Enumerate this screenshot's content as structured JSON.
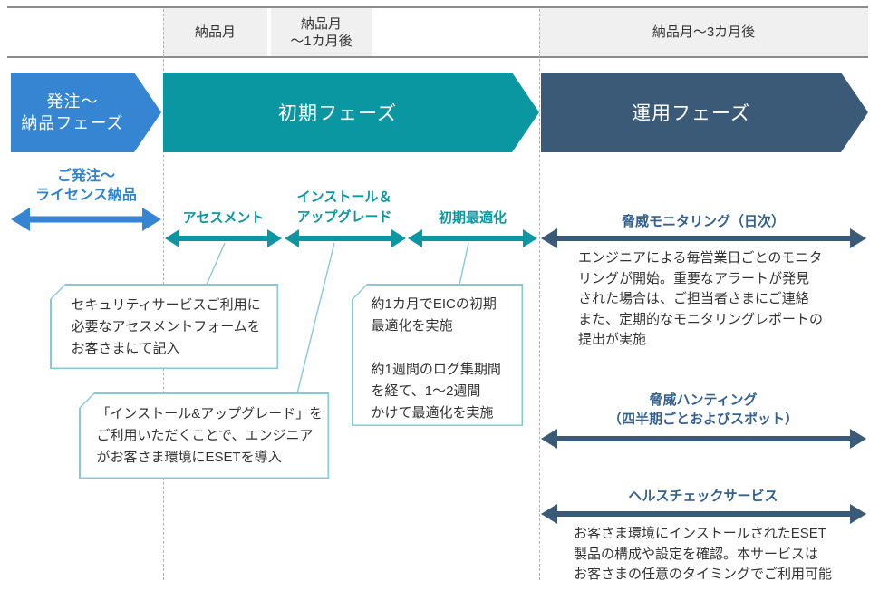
{
  "header": {
    "columns": [
      {
        "label": "納品月"
      },
      {
        "label": "納品月\n〜1カ月後"
      },
      {
        "label": "納品月〜3カ月後"
      }
    ]
  },
  "phases": [
    {
      "label": "発注〜\n納品フェーズ",
      "color": "#3585d2"
    },
    {
      "label": "初期フェーズ",
      "color": "#0a97a2"
    },
    {
      "label": "運用フェーズ",
      "color": "#3a5a78"
    }
  ],
  "order_phase": {
    "range_label": "ご発注〜\nライセンス納品"
  },
  "initial_phase": {
    "activities": [
      {
        "label": "アセスメント",
        "note": "セキュリティサービスご利用に\n必要なアセスメントフォームを\nお客さまにて記入"
      },
      {
        "label": "インストール＆\nアップグレード",
        "note": "「インストール&アップグレード」を\nご利用いただくことで、エンジニア\nがお客さま環境にESETを導入"
      },
      {
        "label": "初期最適化",
        "note": "約1カ月でEICの初期\n最適化を実施\n\n約1週間のログ集期間\nを経て、1〜2週間\nかけて最適化を実施"
      }
    ]
  },
  "operation_phase": {
    "services": [
      {
        "label": "脅威モニタリング（日次）",
        "description": "エンジニアによる毎営業日ごとのモニタ\nリングが開始。重要なアラートが発見\nされた場合は、ご担当者さまにご連絡\nまた、定期的なモニタリングレポートの\n提出が実施"
      },
      {
        "label": "脅威ハンティング\n（四半期ごとおよびスポット）",
        "description": ""
      },
      {
        "label": "ヘルスチェックサービス",
        "description": "お客さま環境にインストールされたESET\n製品の構成や設定を確認。本サービスは\nお客さまの任意のタイミングでご利用可能"
      }
    ]
  },
  "colors": {
    "blue": "#3585d2",
    "teal": "#0a97a2",
    "slate": "#3a5a78",
    "label_blue": "#35618e",
    "callout_border": "#85c9da",
    "header_line": "#8c8c8c",
    "header_bg": "#f0f0f0",
    "text": "#333333"
  }
}
